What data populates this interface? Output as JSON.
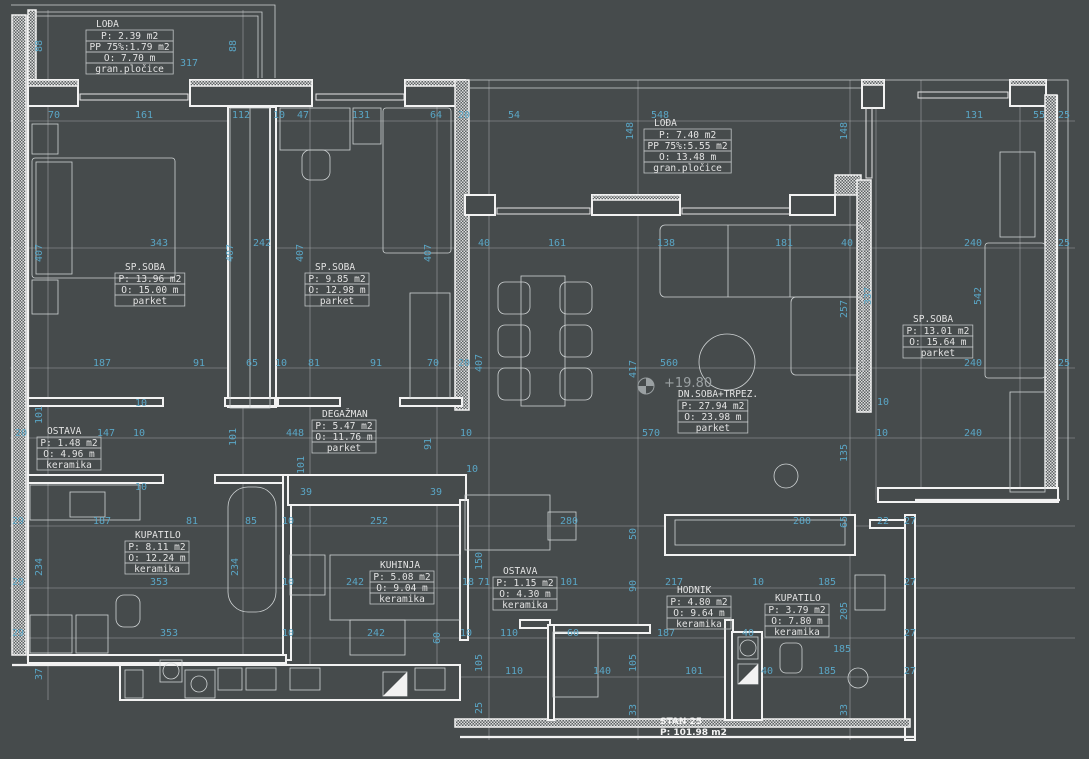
{
  "plan": {
    "unit_title": "STAN 25",
    "unit_area": "P: 101.98 m2",
    "elevation": "+19.80",
    "colors": {
      "background": "#464b4c",
      "walls": "#f2f2f2",
      "dimensions": "#5aa6c6",
      "labels": "#e4e4e4"
    }
  },
  "rooms": [
    {
      "name": "LOĐA",
      "lines": [
        "P: 2.39 m2",
        "PP 75%:1.79 m2",
        "O: 7.70 m",
        "gran.pločice"
      ]
    },
    {
      "name": "LOĐA",
      "lines": [
        "P: 7.40 m2",
        "PP 75%:5.55 m2",
        "O: 13.48 m",
        "gran.pločice"
      ]
    },
    {
      "name": "SP.SOBA",
      "lines": [
        "P: 13.96 m2",
        "O: 15.00 m",
        "parket"
      ]
    },
    {
      "name": "SP.SOBA",
      "lines": [
        "P: 9.85 m2",
        "O: 12.98 m",
        "parket"
      ]
    },
    {
      "name": "SP.SOBA",
      "lines": [
        "P: 13.01 m2",
        "O: 15.64 m",
        "parket"
      ]
    },
    {
      "name": "DN.SOBA+TRPEZ.",
      "lines": [
        "P: 27.94 m2",
        "O: 23.98 m",
        "parket"
      ]
    },
    {
      "name": "OSTAVA",
      "lines": [
        "P: 1.48 m2",
        "O: 4.96 m",
        "keramika"
      ]
    },
    {
      "name": "DEGAŽMAN",
      "lines": [
        "P: 5.47 m2",
        "O: 11.76 m",
        "parket"
      ]
    },
    {
      "name": "KUPATILO",
      "lines": [
        "P: 8.11 m2",
        "O: 12.24 m",
        "keramika"
      ]
    },
    {
      "name": "KUHINJA",
      "lines": [
        "P: 5.08 m2",
        "O: 9.04 m",
        "keramika"
      ]
    },
    {
      "name": "OSTAVA",
      "lines": [
        "P: 1.15 m2",
        "O: 4.30 m",
        "keramika"
      ]
    },
    {
      "name": "HODNIK",
      "lines": [
        "P: 4.80 m2",
        "O: 9.64 m",
        "keramika"
      ]
    },
    {
      "name": "KUPATILO",
      "lines": [
        "P: 3.79 m2",
        "O: 7.80 m",
        "keramika"
      ]
    }
  ],
  "dims": [
    "70",
    "161",
    "112",
    "10",
    "47",
    "131",
    "64",
    "20",
    "317",
    "88",
    "88",
    "54",
    "131",
    "55",
    "25",
    "548",
    "148",
    "148",
    "343",
    "242",
    "40",
    "161",
    "138",
    "181",
    "40",
    "240",
    "25",
    "407",
    "407",
    "407",
    "407",
    "337",
    "542",
    "257",
    "187",
    "91",
    "65",
    "10",
    "81",
    "91",
    "70",
    "20",
    "560",
    "240",
    "25",
    "417",
    "407",
    "20",
    "147",
    "10",
    "448",
    "101",
    "10",
    "570",
    "10",
    "240",
    "135",
    "101",
    "101",
    "91",
    "39",
    "39",
    "29",
    "187",
    "81",
    "85",
    "10",
    "252",
    "280",
    "280",
    "65",
    "22",
    "27",
    "234",
    "234",
    "150",
    "50",
    "29",
    "353",
    "10",
    "242",
    "18",
    "71",
    "101",
    "90",
    "217",
    "10",
    "185",
    "27",
    "29",
    "353",
    "10",
    "242",
    "60",
    "10",
    "110",
    "60",
    "187",
    "40",
    "185",
    "205",
    "27",
    "105",
    "110",
    "140",
    "105",
    "101",
    "40",
    "185",
    "27",
    "25",
    "33",
    "33",
    "37",
    "10",
    "10",
    "10",
    "10"
  ]
}
